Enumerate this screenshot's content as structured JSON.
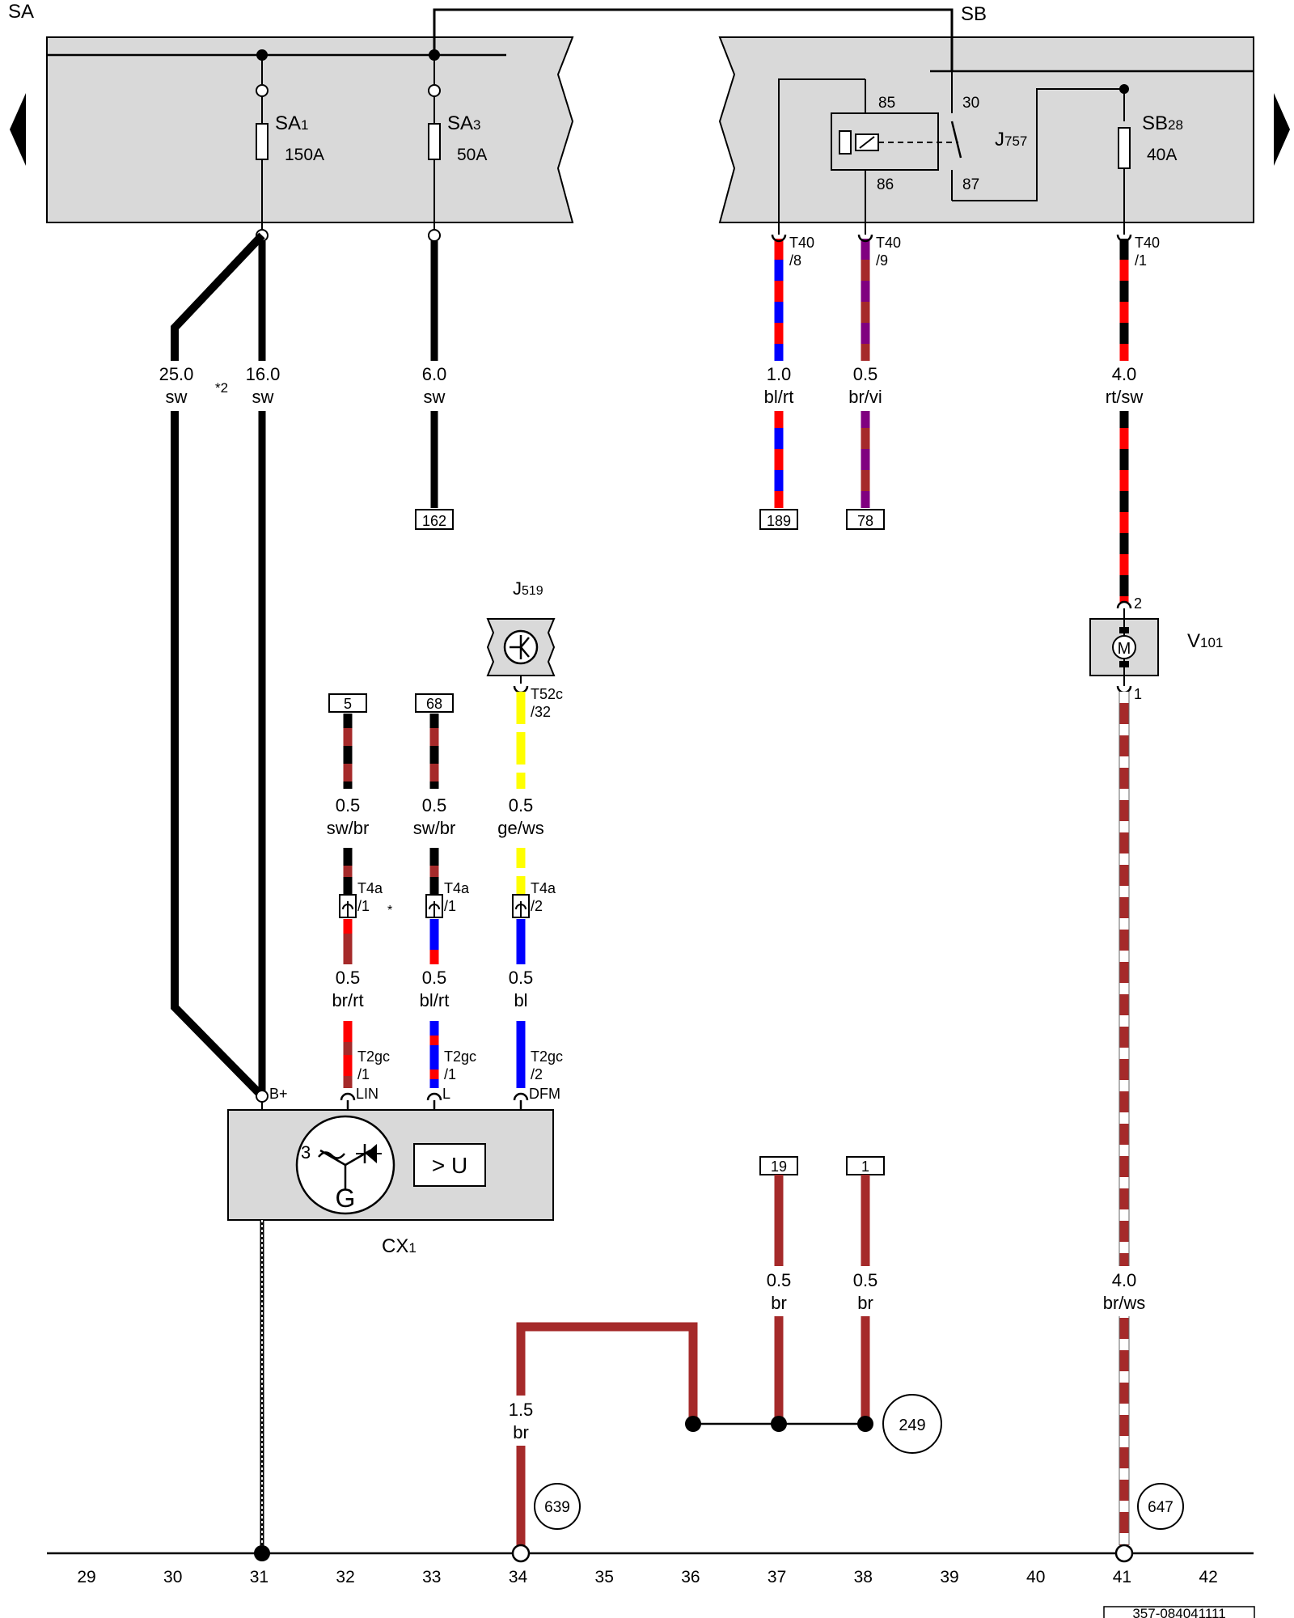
{
  "labels": {
    "sa": "SA",
    "sb": "SB",
    "sa1": "SA",
    "sa1_sub": "1",
    "sa1_rating": "150A",
    "sa3": "SA",
    "sa3_sub": "3",
    "sa3_rating": "50A",
    "sb28": "SB",
    "sb28_sub": "28",
    "sb28_rating": "40A",
    "j757": "J",
    "j757_sub": "757",
    "pin85": "85",
    "pin86": "86",
    "pin30": "30",
    "pin87": "87",
    "j519": "J",
    "j519_sub": "519",
    "v101": "V",
    "v101_sub": "101",
    "cx1": "CX",
    "cx1_sub": "1",
    "gen_phase": "3",
    "gen_letter": "G",
    "regulator": "> U",
    "motor_letter": "M",
    "note_star2": "*2",
    "note_star": "*",
    "footer_ref": "357-084041111"
  },
  "wires": [
    {
      "size": "25.0",
      "color": "sw"
    },
    {
      "size": "16.0",
      "color": "sw"
    },
    {
      "size": "6.0",
      "color": "sw"
    },
    {
      "size": "1.0",
      "color": "bl/rt"
    },
    {
      "size": "0.5",
      "color": "br/vi"
    },
    {
      "size": "4.0",
      "color": "rt/sw"
    },
    {
      "size": "0.5",
      "color": "sw/br"
    },
    {
      "size": "0.5",
      "color": "sw/br"
    },
    {
      "size": "0.5",
      "color": "ge/ws"
    },
    {
      "size": "0.5",
      "color": "br/rt"
    },
    {
      "size": "0.5",
      "color": "bl/rt"
    },
    {
      "size": "0.5",
      "color": "bl"
    },
    {
      "size": "0.5",
      "color": "br"
    },
    {
      "size": "0.5",
      "color": "br"
    },
    {
      "size": "4.0",
      "color": "br/ws"
    },
    {
      "size": "1.5",
      "color": "br"
    }
  ],
  "connectors": {
    "t40_8": [
      "T40",
      "/8"
    ],
    "t40_9": [
      "T40",
      "/9"
    ],
    "t40_1": [
      "T40",
      "/1"
    ],
    "t52c": [
      "T52c",
      "/32"
    ],
    "t4a_1a": [
      "T4a",
      "/1"
    ],
    "t4a_1b": [
      "T4a",
      "/1"
    ],
    "t4a_2": [
      "T4a",
      "/2"
    ],
    "t2gc_lin": [
      "T2gc",
      "/1",
      "LIN"
    ],
    "t2gc_l": [
      "T2gc",
      "/1",
      "L"
    ],
    "t2gc_dfm": [
      "T2gc",
      "/2",
      "DFM"
    ],
    "bplus": "B+",
    "v101_pin2": "2",
    "v101_pin1": "1"
  },
  "refs": {
    "r162": "162",
    "r189": "189",
    "r78": "78",
    "r5": "5",
    "r68": "68",
    "r19": "19",
    "r1": "1"
  },
  "grounds": {
    "g639": "639",
    "g249": "249",
    "g647": "647"
  },
  "scale": [
    "29",
    "30",
    "31",
    "32",
    "33",
    "34",
    "35",
    "36",
    "37",
    "38",
    "39",
    "40",
    "41",
    "42"
  ],
  "colors": {
    "sw": "#000000",
    "rt": "#ff0000",
    "bl": "#0000ff",
    "br": "#a52a2a",
    "vi": "#800080",
    "ge": "#ffff00",
    "ws": "#ffffff",
    "panel": "#d9d9d9"
  }
}
